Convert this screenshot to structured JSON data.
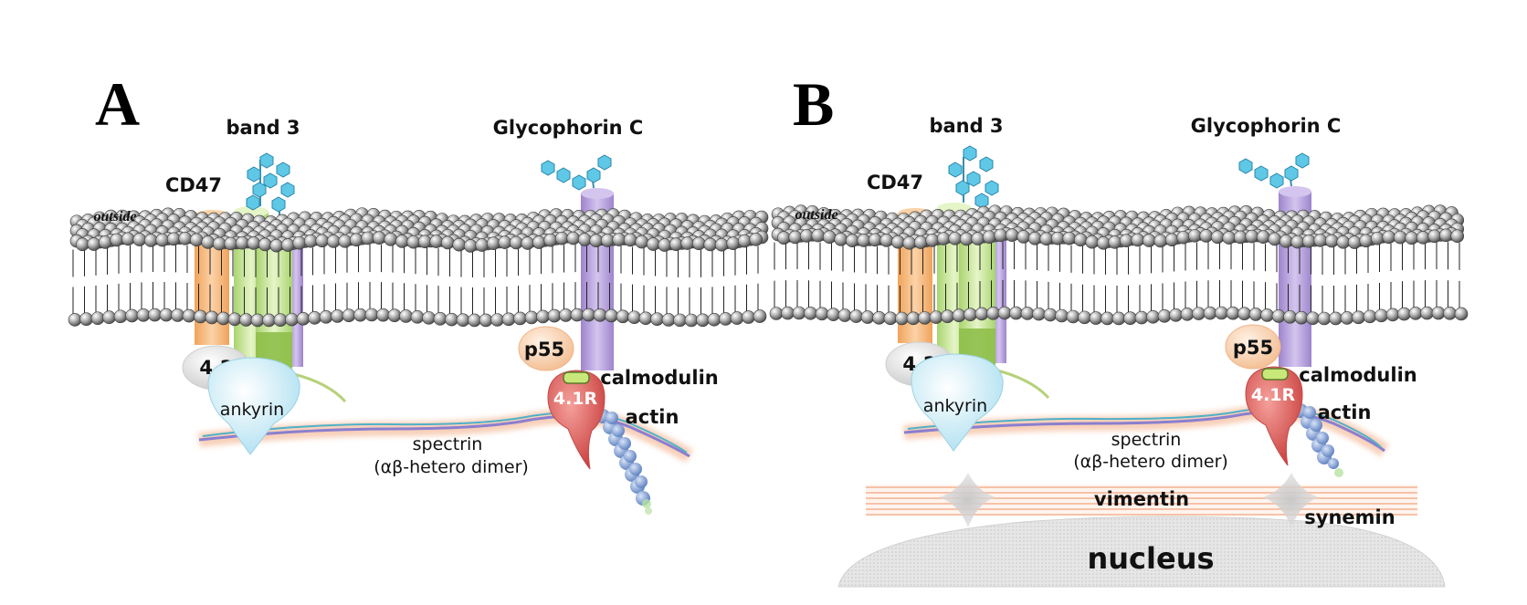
{
  "panels": [
    {
      "letter": "A",
      "labels": {
        "band3": "band 3",
        "glycophorin": "Glycophorin C",
        "cd47": "CD47",
        "outside": "outside",
        "p42": "4.2",
        "ankyrin": "ankyrin",
        "p55": "p55",
        "calmodulin": "calmodulin",
        "p41r": "4.1R",
        "actin": "actin",
        "spectrin": "spectrin",
        "spectrin_sub": "(αβ-hetero dimer)"
      }
    },
    {
      "letter": "B",
      "labels": {
        "band3": "band 3",
        "glycophorin": "Glycophorin C",
        "cd47": "CD47",
        "outside": "outside",
        "p42": "4.2",
        "ankyrin": "ankyrin",
        "p55": "p55",
        "calmodulin": "calmodulin",
        "p41r": "4.1R",
        "actin": "actin",
        "spectrin": "spectrin",
        "spectrin_sub": "(αβ-hetero dimer)",
        "vimentin": "vimentin",
        "synemin": "synemin",
        "nucleus": "nucleus"
      }
    }
  ],
  "colors": {
    "lipid_head": "#8a8a8a",
    "cd47": "#f6b57a",
    "band3": "#c9e69a",
    "band3_dark": "#8fbf4a",
    "glycophorin": "#b9a2dc",
    "glycan": "#5fc8e6",
    "protein42": "#e6e6e6",
    "ankyrin": "#cdeef6",
    "p55": "#f8d3b4",
    "protein41r": "#e0605e",
    "actin": "#7f9fd0",
    "spectrin": "#8a7fcf",
    "vimentin": "#f6c2a8",
    "nucleus": "#e2e2e2"
  }
}
